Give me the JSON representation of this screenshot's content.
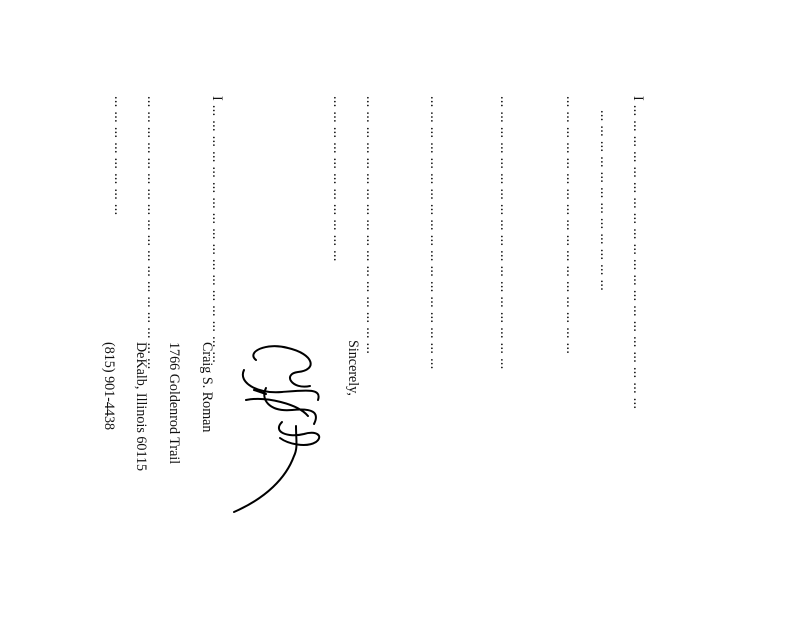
{
  "letter": {
    "paragraph_1": [
      "I ... ... ... ... ... ... ... ... ... ... ... ... ... ... ... ... ... ... ... ...",
      "... ... ... ... ... ... ... ... ... ...  ... ...",
      "... ... ... ... ... ... ... ... ... ... ... ... ... ... ... ... ...",
      "... ... ... ... ... ... ... ... ... ... ... ... ... ... ... ... ... ...",
      "... ... ... ... ... ... ... ... ... ... ... ... ... ... ... ... ... ...",
      "... ... ... ... ... ... ... ... ... ... ... ... ... ... ... ... ...",
      "... ... ... ... ... ... ... ... ... ... ..."
    ],
    "paragraph_2": [
      "I ... ... ... ... ... ... ... ... ... ... ... ... ... ... ... ... ...",
      "... ... ... ... ... ... ... ... ... ... ... ... ... ... ... ... ... ...",
      "... ... ... ... ... ... ... ..."
    ]
  },
  "closing": {
    "salutation": "Sincerely,",
    "name": "Craig S. Roman",
    "address_line_1": "1766 Goldenrod Trail",
    "address_line_2": "DeKalb, Illinois 60115",
    "phone": "(815) 901-4438"
  },
  "signature": {
    "ink_color": "#000000"
  }
}
